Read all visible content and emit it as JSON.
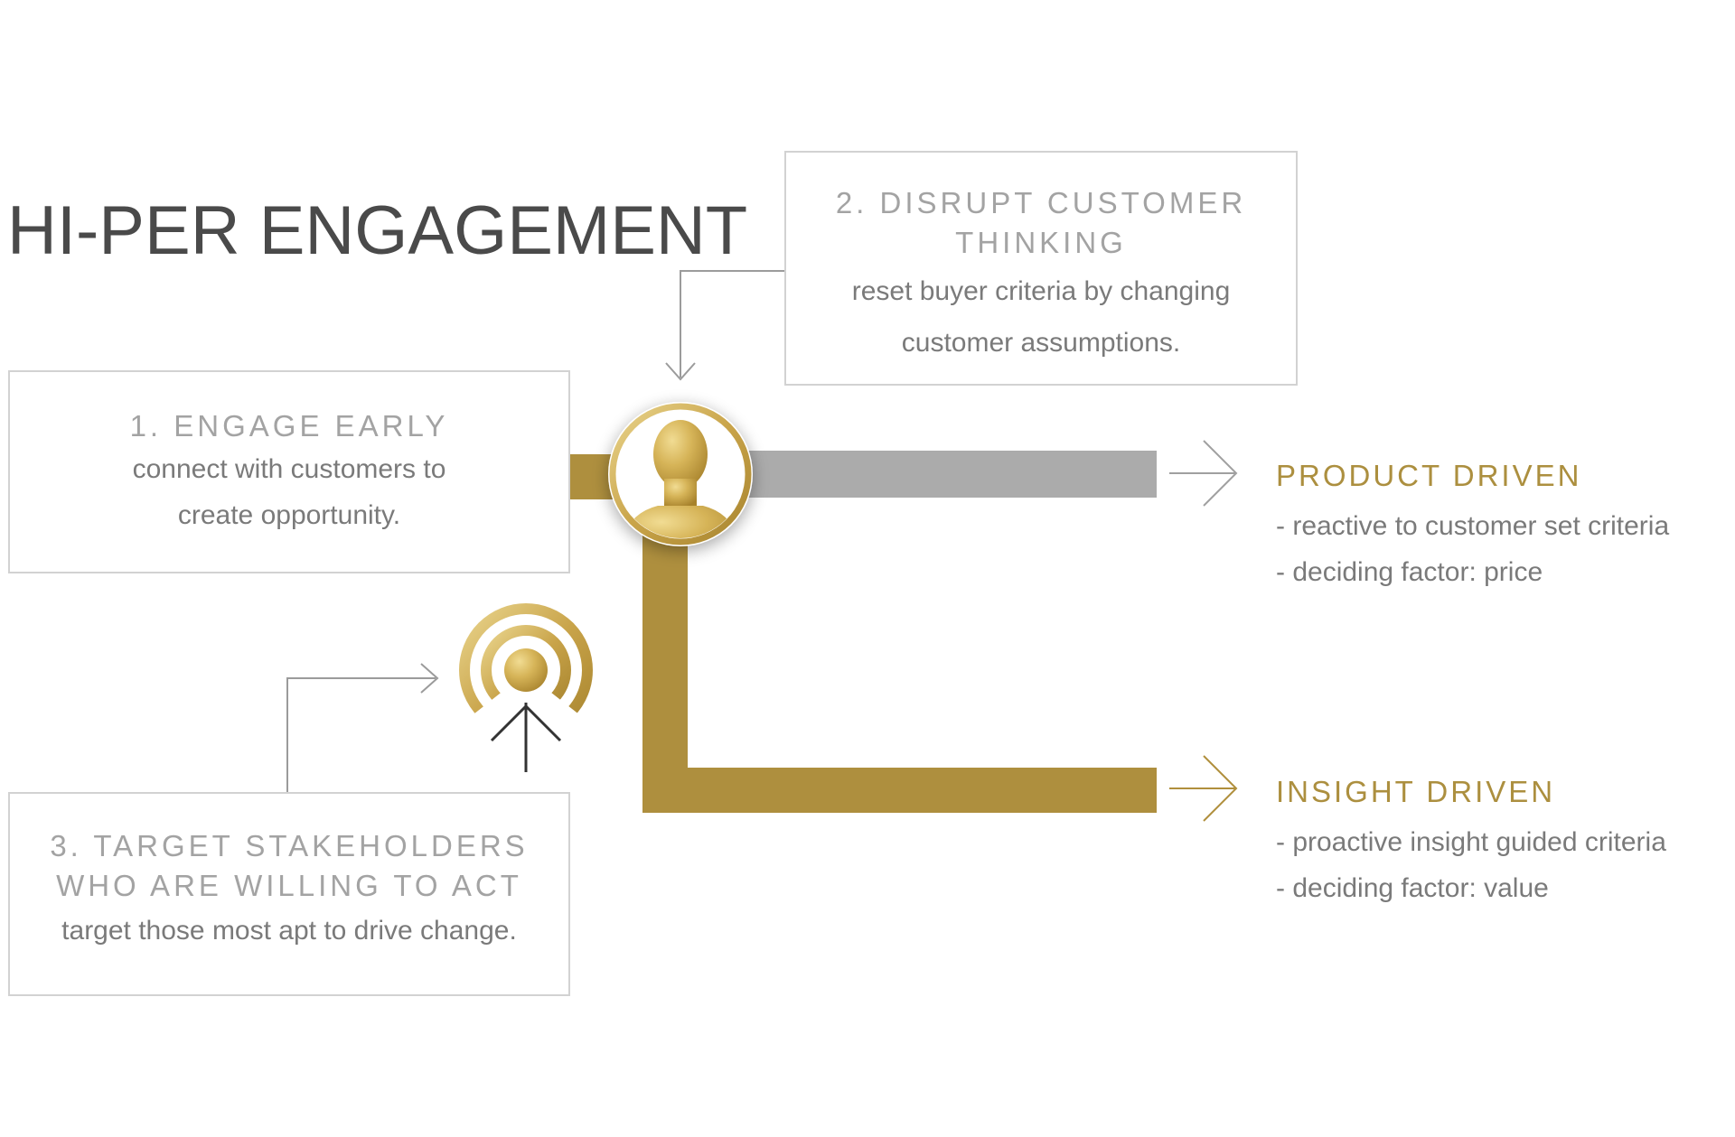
{
  "title": "HI-PER ENGAGEMENT",
  "steps": [
    {
      "heading": "1. ENGAGE EARLY",
      "lines": [
        "connect with customers to",
        "create opportunity."
      ]
    },
    {
      "heading_lines": [
        "2. DISRUPT CUSTOMER",
        "THINKING"
      ],
      "lines": [
        "reset buyer criteria by changing",
        "customer assumptions."
      ]
    },
    {
      "heading_lines": [
        "3. TARGET STAKEHOLDERS",
        "WHO ARE WILLING TO ACT"
      ],
      "lines": [
        "target those most apt to drive change."
      ]
    }
  ],
  "outcomes": [
    {
      "heading": "PRODUCT DRIVEN",
      "lines": [
        "- reactive to customer set criteria",
        "- deciding factor: price"
      ]
    },
    {
      "heading": "INSIGHT DRIVEN",
      "lines": [
        "- proactive insight guided criteria",
        "- deciding factor: value"
      ]
    }
  ],
  "icons": [
    "person-icon",
    "target-signal-icon",
    "arrow-right-icon",
    "arrow-down-icon",
    "arrow-up-icon"
  ],
  "colors": {
    "gold": "#ae8f3e",
    "gray_bar": "#ababab",
    "connector_line": "#9b9b9b",
    "outcome_heading": "#ac8f3f",
    "title": "#4a4a4a",
    "box_border": "#d2d2d2"
  }
}
